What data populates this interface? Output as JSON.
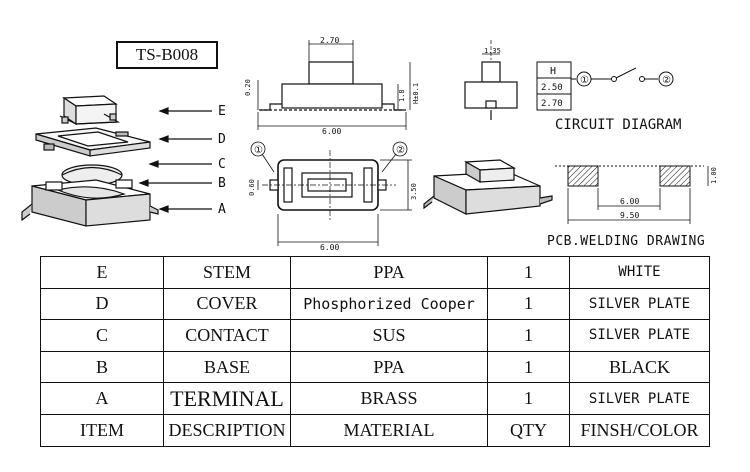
{
  "title": "TS-B008",
  "exploded_labels": [
    "E",
    "D",
    "C",
    "B",
    "A"
  ],
  "dimensions": {
    "top_width": "2.70",
    "left_small": "0.20",
    "height_1": "1.8",
    "height_2": "H±0.1",
    "total_length": "6.00",
    "pin_width": "0.60",
    "body_height": "3.50",
    "body_width": "6.00",
    "side_stem": "1.35",
    "pcb_inner": "6.00",
    "pcb_outer": "9.50",
    "pcb_pad": "1.00"
  },
  "terminals": [
    "①",
    "②"
  ],
  "height_table": {
    "header": "H",
    "rows": [
      "2.50",
      "2.70"
    ]
  },
  "circuit": {
    "label": "CIRCUIT DIAGRAM",
    "node1": "①",
    "node2": "②"
  },
  "pcb_label": "PCB.WELDING DRAWING",
  "bom": {
    "rows": [
      [
        "E",
        "STEM",
        "PPA",
        "1",
        "WHITE"
      ],
      [
        "D",
        "COVER",
        "Phosphorized Cooper",
        "1",
        "SILVER PLATE"
      ],
      [
        "C",
        "CONTACT",
        "SUS",
        "1",
        "SILVER PLATE"
      ],
      [
        "B",
        "BASE",
        "PPA",
        "1",
        "BLACK"
      ],
      [
        "A",
        "TERMINAL",
        "BRASS",
        "1",
        "SILVER PLATE"
      ],
      [
        "ITEM",
        "DESCRIPTION",
        "MATERIAL",
        "QTY",
        "FINSH/COLOR"
      ]
    ]
  }
}
